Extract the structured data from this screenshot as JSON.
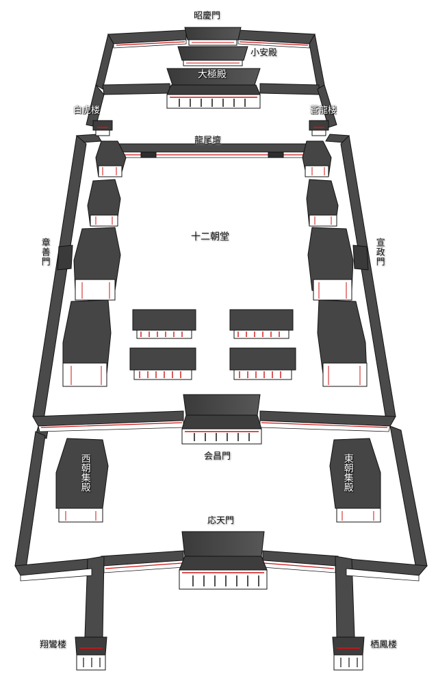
{
  "labels": {
    "shokei_gate": "昭慶門",
    "shoan_hall": "小安殿",
    "daigoku_hall": "大極殿",
    "byakko_tower": "白虎楼",
    "soryu_tower": "蒼龍楼",
    "ryubi_platform": "龍尾壇",
    "juni_chodo": "十二朝堂",
    "shozen_gate": "章善門",
    "sensei_gate": "宣政門",
    "kaisho_gate": "会昌門",
    "west_choshuden": "西朝集殿",
    "east_choshuden": "東朝集殿",
    "outen_gate": "応天門",
    "shoran_tower": "翔鸞楼",
    "seiho_tower": "栖鳳楼"
  },
  "colors": {
    "roof": "#4a4a4a",
    "roof_dark": "#2e2e2e",
    "wall": "#ffffff",
    "accent": "#cc1111",
    "outline": "#111111"
  }
}
